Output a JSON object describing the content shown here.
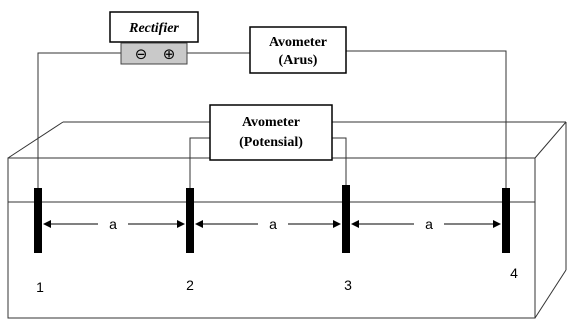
{
  "rectifier": {
    "label": "Rectifier",
    "minus": "⊖",
    "plus": "⊕"
  },
  "avometer_current": {
    "line1": "Avometer",
    "line2": "(Arus)"
  },
  "avometer_potential": {
    "line1": "Avometer",
    "line2": "(Potensial)"
  },
  "spacing_label": "a",
  "electrodes": [
    {
      "label": "1"
    },
    {
      "label": "2"
    },
    {
      "label": "3"
    },
    {
      "label": "4"
    }
  ]
}
